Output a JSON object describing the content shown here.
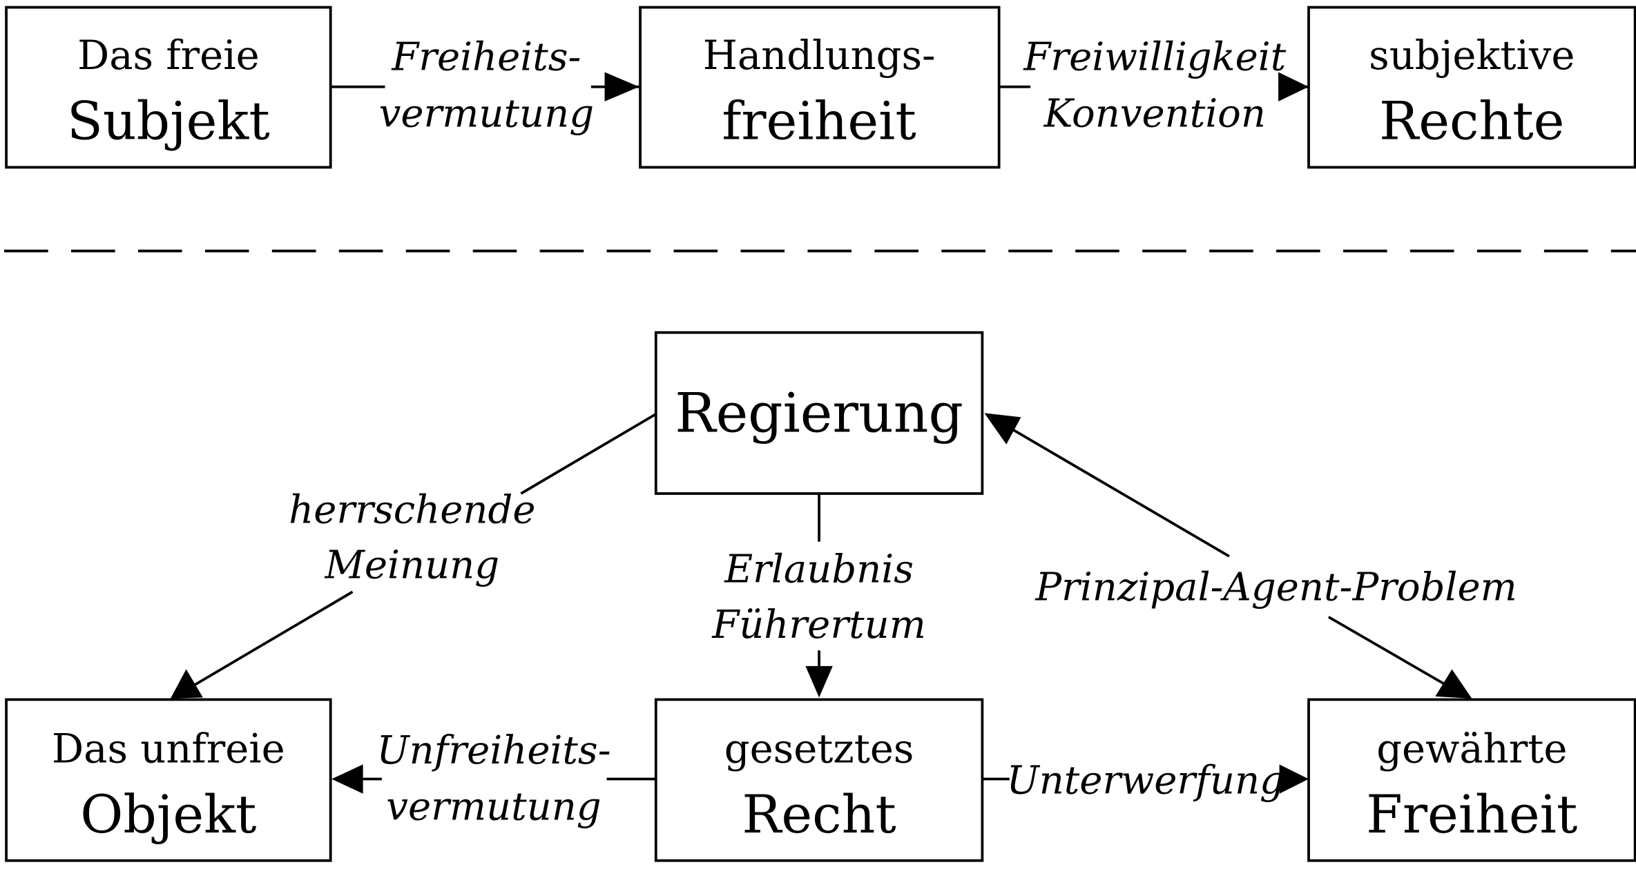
{
  "colors": {
    "line": "#000000",
    "background": "#ffffff"
  },
  "top_row": {
    "box_subject": {
      "line1": "Das freie",
      "line2": "Subjekt"
    },
    "edge_presumption": {
      "line1": "Freiheits-",
      "line2": "vermutung"
    },
    "box_action": {
      "line1": "Handlungs-",
      "line2": "freiheit"
    },
    "edge_voluntary": {
      "line1": "Freiwilligkeit",
      "line2": "Konvention"
    },
    "box_rights": {
      "line1": "subjektive",
      "line2": "Rechte"
    }
  },
  "bottom": {
    "box_government": {
      "label": "Regierung"
    },
    "edge_opinion": {
      "line1": "herrschende",
      "line2": "Meinung"
    },
    "edge_permission": {
      "line1": "Erlaubnis",
      "line2": "Führertum"
    },
    "edge_principal": {
      "label": "Prinzipal-Agent-Problem"
    },
    "box_object": {
      "line1": "Das unfreie",
      "line2": "Objekt"
    },
    "edge_unfree": {
      "line1": "Unfreiheits-",
      "line2": "vermutung"
    },
    "box_law": {
      "line1": "gesetztes",
      "line2": "Recht"
    },
    "edge_submission": {
      "label": "Unterwerfung"
    },
    "box_freedom": {
      "line1": "gewährte",
      "line2": "Freiheit"
    }
  }
}
